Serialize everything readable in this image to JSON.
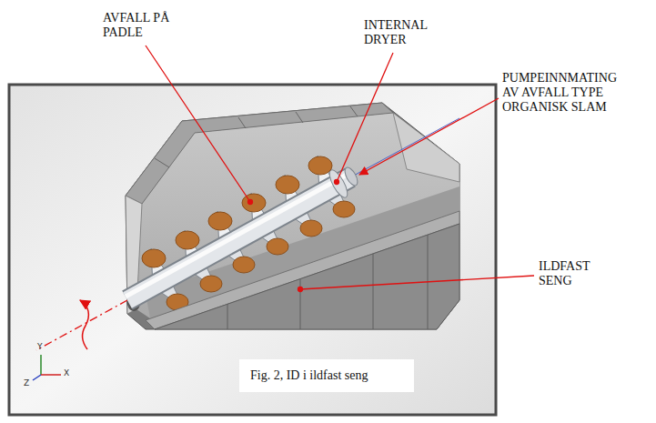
{
  "diagram": {
    "caption": "Fig. 2, ID i ildfast seng",
    "labels": [
      "AVFALL PÅ PADLE",
      "INTERNAL DRYER",
      "PUMPEINNMATING AV AVFALL TYPE ORGANISK SLAM",
      "ILDFAST SENG",
      "Y",
      "Z",
      "X"
    ]
  }
}
